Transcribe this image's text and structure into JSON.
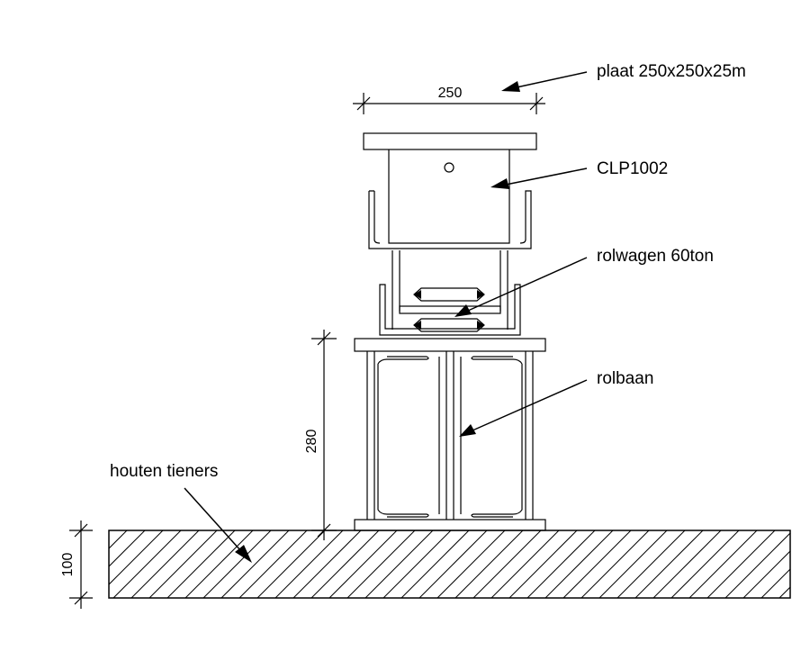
{
  "labels": {
    "plate": "plaat 250x250x25m",
    "profile": "CLP1002",
    "trolley": "rolwagen 60ton",
    "track": "rolbaan",
    "timbers": "houten tieners"
  },
  "dimensions": {
    "plate_width": "250",
    "track_height": "280",
    "timber_height": "100"
  },
  "colors": {
    "line": "#000000",
    "background": "#ffffff"
  }
}
